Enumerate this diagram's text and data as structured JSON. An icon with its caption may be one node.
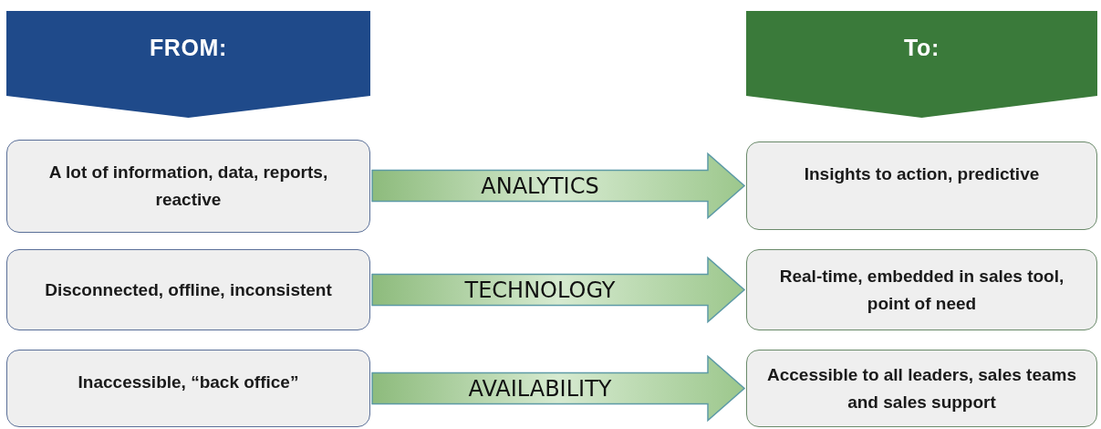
{
  "diagram": {
    "nodes": [
      {
        "text": [
          "FROM:"
        ]
      },
      {
        "text": [
          "To:"
        ]
      },
      {
        "text": [
          "A lot of information, data, reports, reactive"
        ]
      },
      {
        "text": [
          "Insights to action, predictive"
        ]
      },
      {
        "text": [
          "Disconnected, offline, inconsistent"
        ]
      },
      {
        "text": [
          "Real-time, embedded in sales tool, point of need"
        ]
      },
      {
        "text": [
          "Inaccessible, “back office”"
        ]
      },
      {
        "text": [
          "Accessible to all leaders, sales teams and sales support"
        ]
      }
    ],
    "edges": [
      {
        "from": 2,
        "to": 3,
        "arrow": "to",
        "label": "ANALYTICS"
      },
      {
        "from": 4,
        "to": 5,
        "arrow": "to",
        "label": "TECHNOLOGY"
      },
      {
        "from": 6,
        "to": 7,
        "arrow": "to",
        "label": "AVAILABILITY"
      }
    ]
  }
}
